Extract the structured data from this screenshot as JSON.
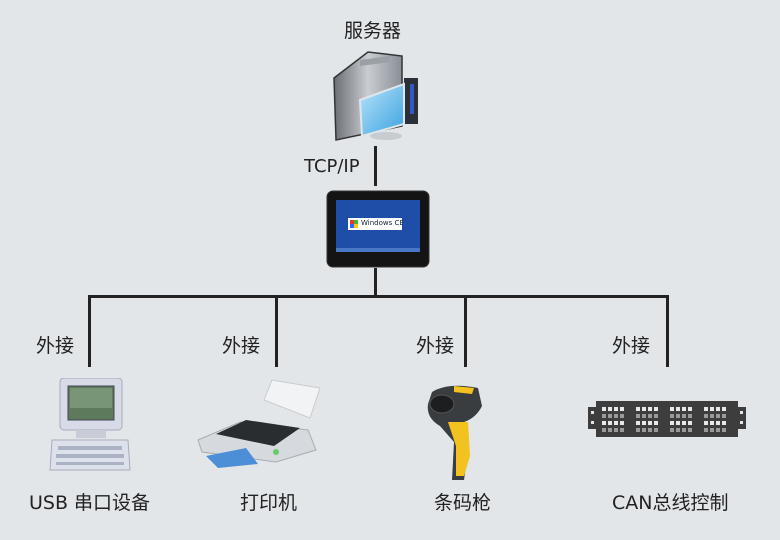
{
  "diagram": {
    "server": {
      "label": "服务器",
      "icon": "server-icon"
    },
    "link_label": "TCP/IP",
    "terminal": {
      "screen_text": "Windows CE",
      "icon": "windows-ce-terminal-icon"
    },
    "connection_label": "外接",
    "peripherals": [
      {
        "label": "USB 串口设备",
        "connection": "外接",
        "icon": "computer-icon"
      },
      {
        "label": "打印机",
        "connection": "外接",
        "icon": "printer-icon"
      },
      {
        "label": "条码枪",
        "connection": "外接",
        "icon": "barcode-scanner-icon"
      },
      {
        "label": "CAN总线控制",
        "connection": "外接",
        "icon": "can-bus-controller-icon"
      }
    ]
  }
}
